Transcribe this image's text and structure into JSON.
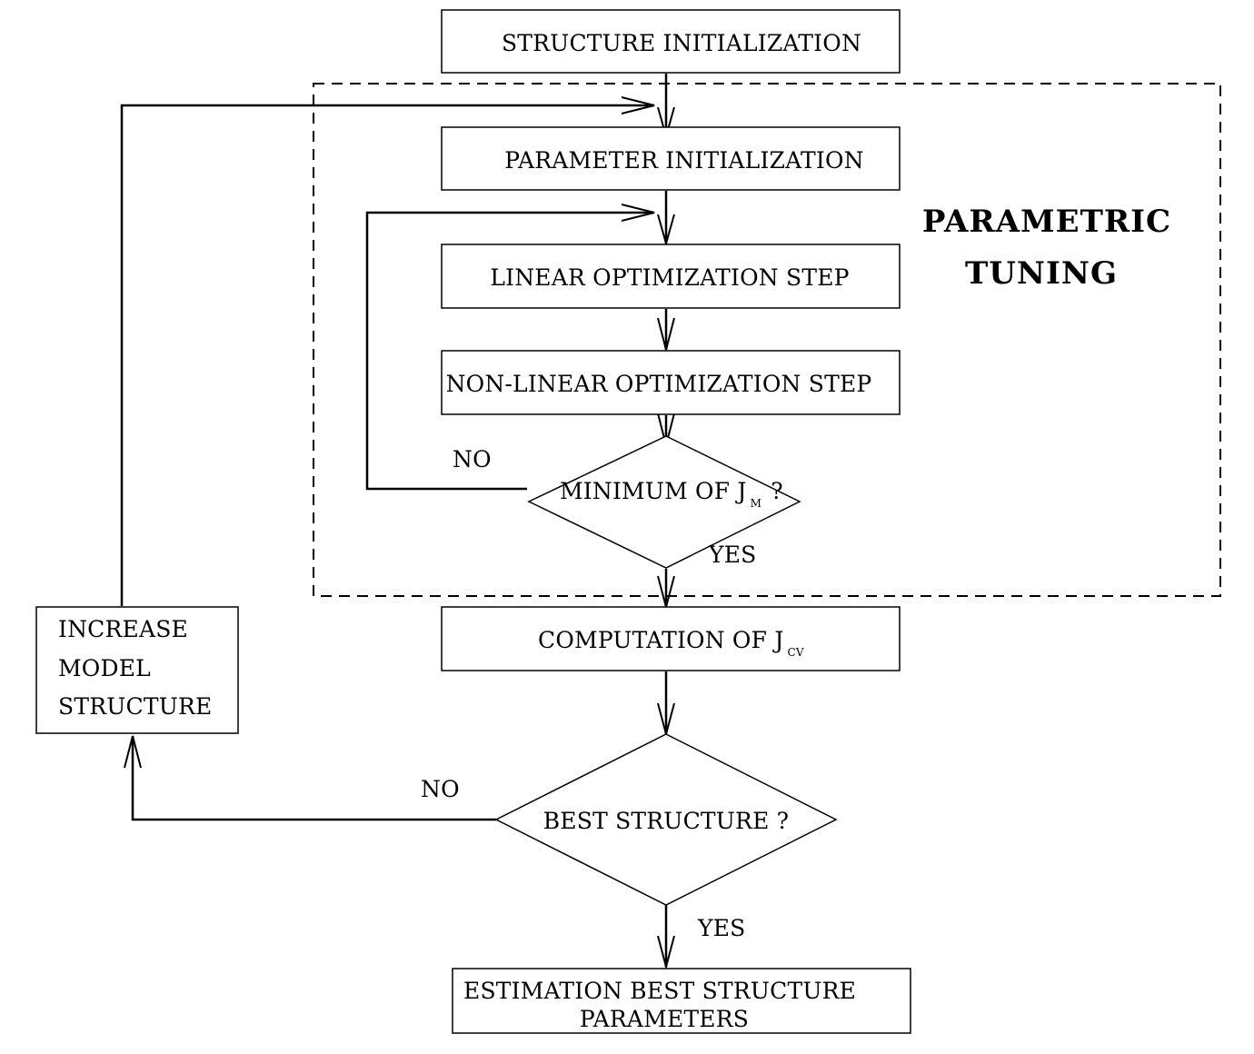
{
  "diagram": {
    "group_label": [
      "PARAMETRIC",
      "TUNING"
    ],
    "nodes": {
      "structure_init": "STRUCTURE INITIALIZATION",
      "parameter_init": "PARAMETER INITIALIZATION",
      "linear_opt": "LINEAR OPTIMIZATION STEP",
      "nonlinear_opt": "NON-LINEAR OPTIMIZATION STEP",
      "minimum_jm": {
        "text": "MINIMUM OF J",
        "subscript": "M",
        "suffix": " ?"
      },
      "computation_jcv": {
        "text": "COMPUTATION OF J",
        "subscript": "CV"
      },
      "best_structure": "BEST STRUCTURE ?",
      "increase_model": [
        "INCREASE",
        "MODEL",
        "STRUCTURE"
      ],
      "estimation": [
        "ESTIMATION BEST STRUCTURE",
        "PARAMETERS"
      ]
    },
    "edge_labels": {
      "min_no": "NO",
      "min_yes": "YES",
      "best_no": "NO",
      "best_yes": "YES"
    }
  }
}
